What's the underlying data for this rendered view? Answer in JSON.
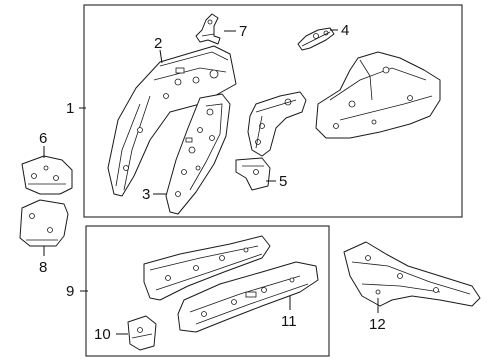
{
  "diagram": {
    "callouts": {
      "c1": "1",
      "c2": "2",
      "c3": "3",
      "c4": "4",
      "c5": "5",
      "c6": "6",
      "c7": "7",
      "c8": "8",
      "c9": "9",
      "c10": "10",
      "c11": "11",
      "c12": "12"
    },
    "colors": {
      "line": "#1a1a1a",
      "background": "#ffffff"
    }
  }
}
